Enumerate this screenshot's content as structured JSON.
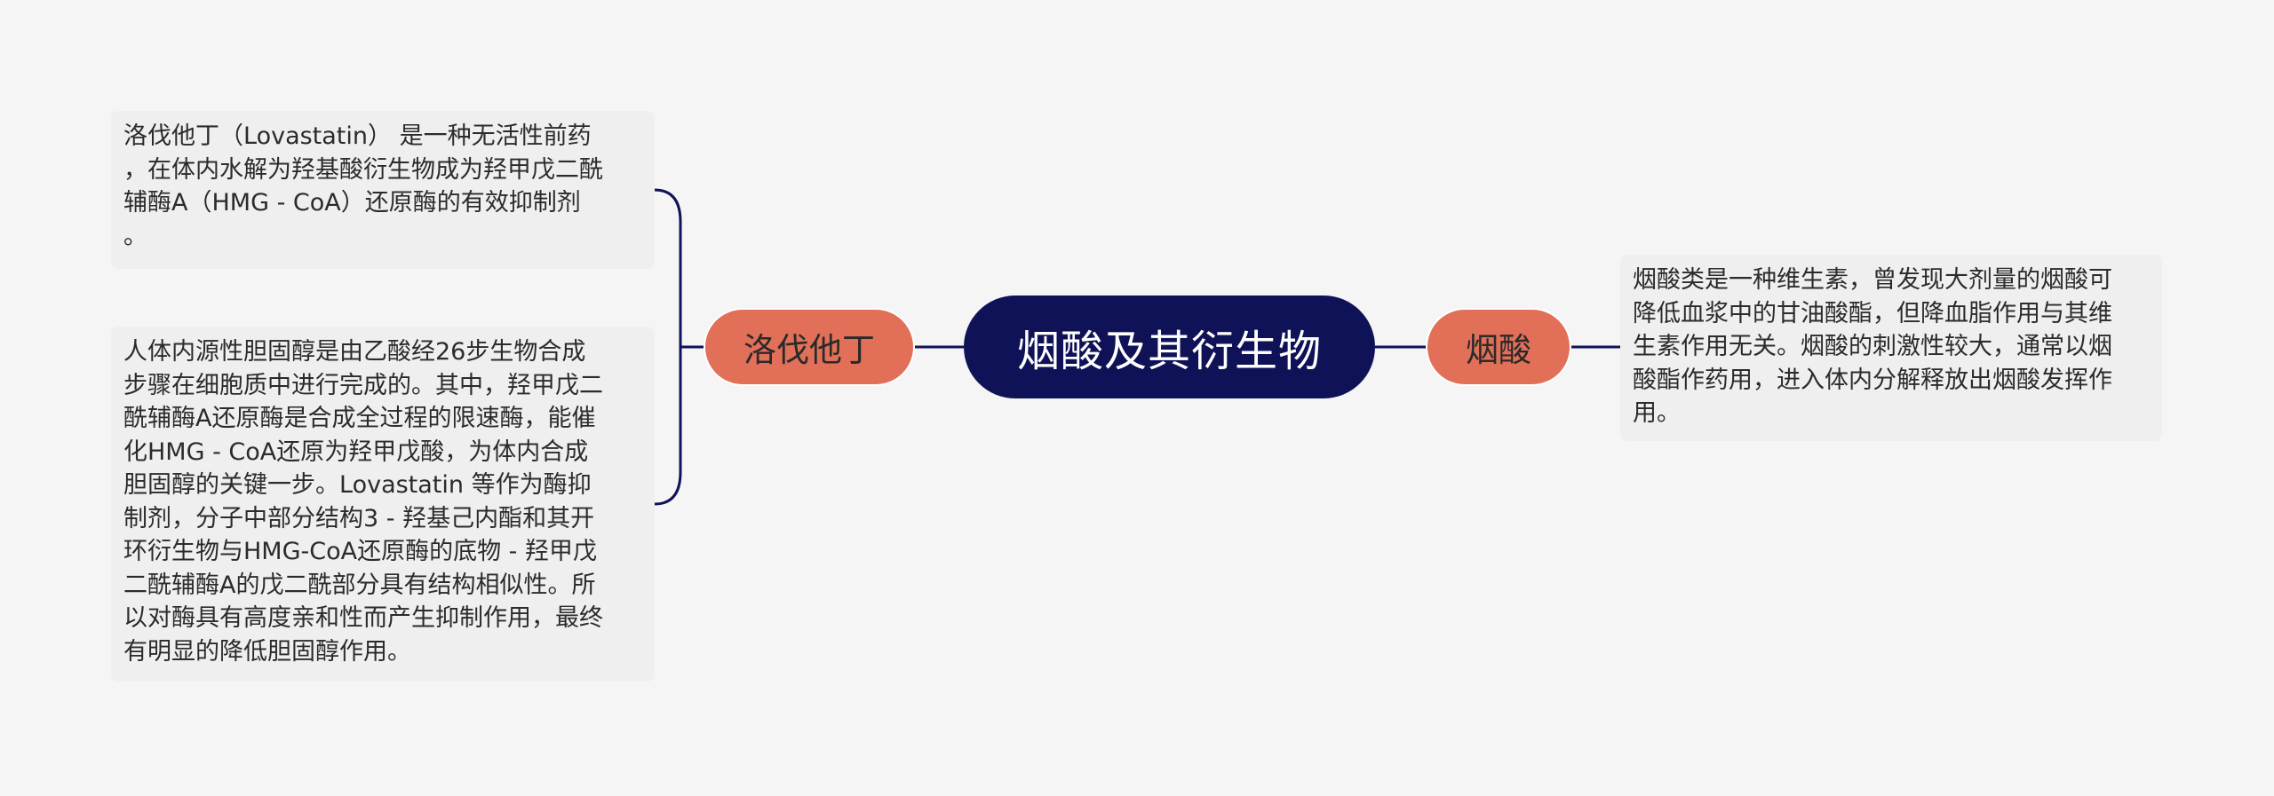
{
  "root": {
    "label": "烟酸及其衍生物"
  },
  "branches": [
    {
      "label": "洛伐他丁",
      "leaves": [
        "洛伐他丁（Lovastatin） 是一种无活性前药\n，在体内水解为羟基酸衍生物成为羟甲戊二酰\n辅酶A（HMG - CoA）还原酶的有效抑制剂\n。",
        "人体内源性胆固醇是由乙酸经26步生物合成\n步骤在细胞质中进行完成的。其中，羟甲戊二\n酰辅酶A还原酶是合成全过程的限速酶，能催\n化HMG - CoA还原为羟甲戊酸，为体内合成\n胆固醇的关键一步。Lovastatin 等作为酶抑\n制剂，分子中部分结构3 - 羟基己内酯和其开\n环衍生物与HMG-CoA还原酶的底物 - 羟甲戊\n二酰辅酶A的戊二酰部分具有结构相似性。所\n以对酶具有高度亲和性而产生抑制作用，最终\n有明显的降低胆固醇作用。"
      ]
    },
    {
      "label": "烟酸",
      "leaves": [
        "烟酸类是一种维生素，曾发现大剂量的烟酸可\n降低血浆中的甘油酸酯，但降血脂作用与其维\n生素作用无关。烟酸的刺激性较大，通常以烟\n酸酯作药用，进入体内分解释放出烟酸发挥作\n用。"
      ]
    }
  ],
  "colors": {
    "background": "#f5f5f5",
    "root_fill": "#0f1257",
    "branch_fill": "#e27059",
    "leaf_fill": "#efefef",
    "connector": "#0f1257"
  }
}
